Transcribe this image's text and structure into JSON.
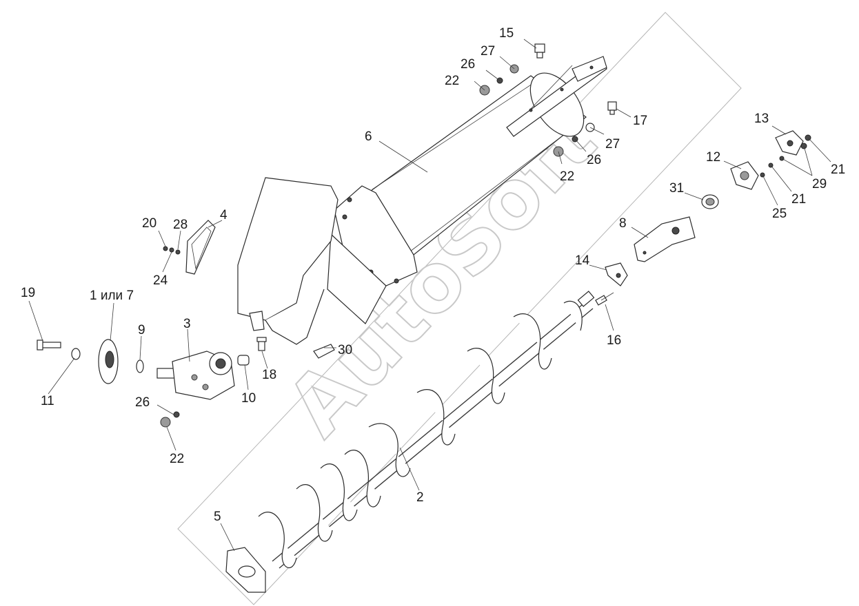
{
  "watermark": "AutoSoft",
  "callouts": [
    {
      "id": "15",
      "label": "15"
    },
    {
      "id": "27a",
      "label": "27"
    },
    {
      "id": "26a",
      "label": "26"
    },
    {
      "id": "22a",
      "label": "22"
    },
    {
      "id": "17",
      "label": "17"
    },
    {
      "id": "27b",
      "label": "27"
    },
    {
      "id": "26b",
      "label": "26"
    },
    {
      "id": "22b",
      "label": "22"
    },
    {
      "id": "6",
      "label": "6"
    },
    {
      "id": "13",
      "label": "13"
    },
    {
      "id": "12",
      "label": "12"
    },
    {
      "id": "21a",
      "label": "21"
    },
    {
      "id": "29",
      "label": "29"
    },
    {
      "id": "21b",
      "label": "21"
    },
    {
      "id": "25",
      "label": "25"
    },
    {
      "id": "31",
      "label": "31"
    },
    {
      "id": "8",
      "label": "8"
    },
    {
      "id": "14",
      "label": "14"
    },
    {
      "id": "16",
      "label": "16"
    },
    {
      "id": "20",
      "label": "20"
    },
    {
      "id": "28",
      "label": "28"
    },
    {
      "id": "4",
      "label": "4"
    },
    {
      "id": "24",
      "label": "24"
    },
    {
      "id": "19",
      "label": "19"
    },
    {
      "id": "1or7",
      "label": "1 или 7"
    },
    {
      "id": "9",
      "label": "9"
    },
    {
      "id": "3",
      "label": "3"
    },
    {
      "id": "11",
      "label": "11"
    },
    {
      "id": "18",
      "label": "18"
    },
    {
      "id": "30",
      "label": "30"
    },
    {
      "id": "10",
      "label": "10"
    },
    {
      "id": "26c",
      "label": "26"
    },
    {
      "id": "22c",
      "label": "22"
    },
    {
      "id": "2",
      "label": "2"
    },
    {
      "id": "5",
      "label": "5"
    }
  ]
}
